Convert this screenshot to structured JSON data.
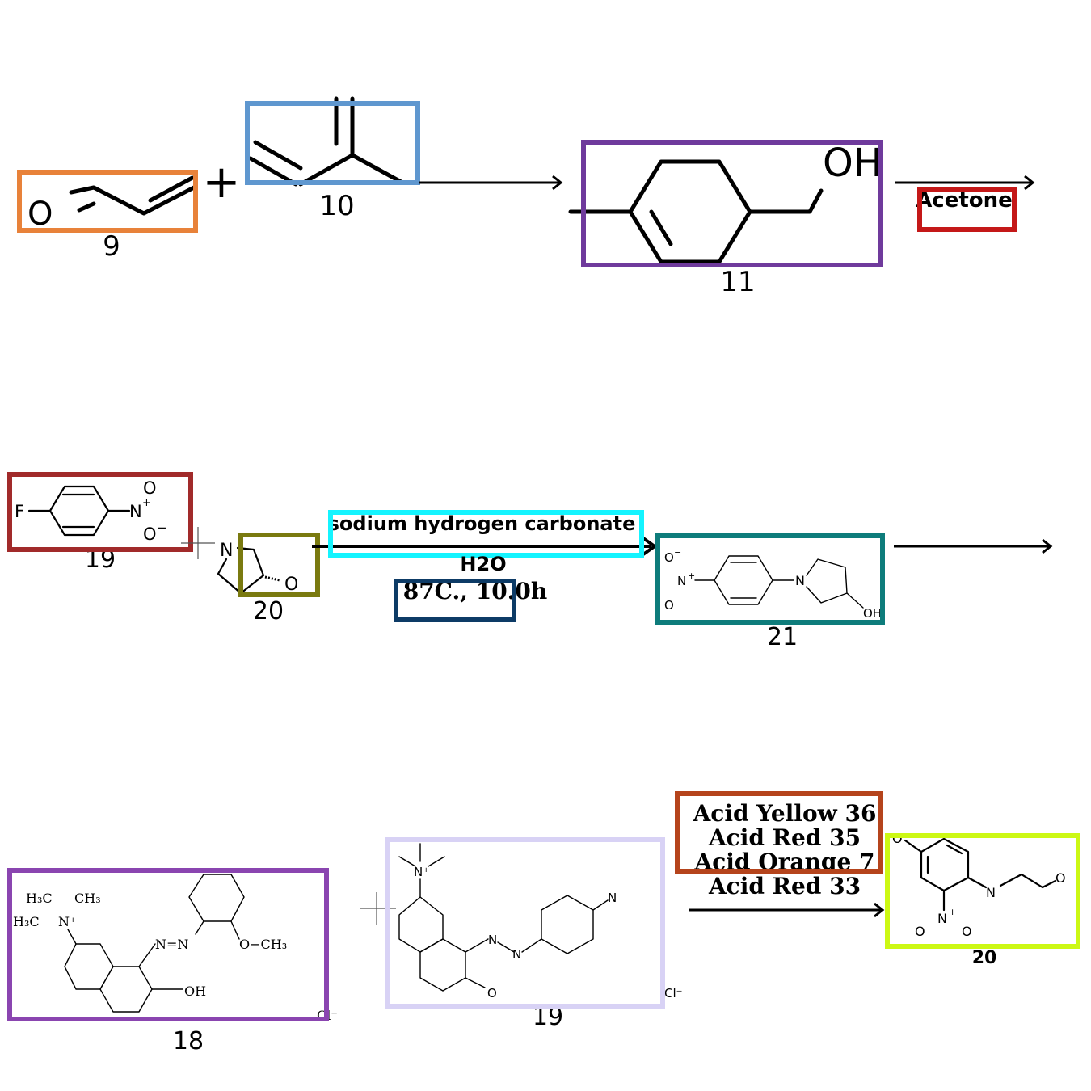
{
  "colors": {
    "box_9": "#e8823a",
    "box_10": "#5f97cf",
    "box_11": "#6f3a9c",
    "box_acetone": "#c41818",
    "box_19a": "#a12a2a",
    "box_20a": "#7a7a10",
    "box_sodium": "#14f4ff",
    "box_temp": "#0d3b66",
    "box_21": "#0e7c7b",
    "box_18": "#8a45b0",
    "box_19b": "#d8d2f5",
    "box_acids": "#b5441c",
    "box_20b": "#ccf814"
  },
  "reaction1": {
    "compound9": {
      "label": "9",
      "atom_o": "O"
    },
    "plus": "+",
    "compound10": {
      "label": "10"
    },
    "compound11": {
      "label": "11",
      "atom_oh": "OH"
    },
    "reagent": "Acetone"
  },
  "reaction2": {
    "compound19": {
      "label": "19",
      "atom_f": "F",
      "atom_n": "N",
      "charge_plus": "+",
      "atom_o1": "O",
      "atom_o2": "O",
      "charge_minus": "−"
    },
    "compound20": {
      "label": "20",
      "atom_n": "N",
      "atom_o": "O"
    },
    "reagent_line1": "sodium hydrogen carbonate",
    "reagent_line2": "H2O",
    "conditions": "87C., 10.0h",
    "compound21": {
      "label": "21",
      "atom_n": "N",
      "atom_o1": "O",
      "charge_minus": "−",
      "charge_plus": "+",
      "atom_o2": "O",
      "atom_oh": "OH"
    }
  },
  "reaction3": {
    "compound18": {
      "label": "18",
      "h3c_1": "H₃C",
      "ch3_1": "CH₃",
      "h3c_2": "H₃C",
      "n_plus": "N⁺",
      "azo": "N=N",
      "methoxy": "O−CH₃",
      "oh": "OH",
      "counterion": "Cl⁻"
    },
    "compound19": {
      "label": "19",
      "n_plus": "N⁺",
      "azo_n1": "N",
      "azo_n2": "N",
      "atom_n": "N",
      "atom_o": "O",
      "counterion": "Cl⁻"
    },
    "dyes": [
      "Acid Yellow 36",
      "Acid Red 35",
      "Acid Orange 7",
      "Acid Red 33"
    ],
    "compound20": {
      "label": "20",
      "atom_o_top": "O",
      "atom_n": "N",
      "atom_o_right": "O",
      "nitro_n": "N",
      "charge_plus": "+",
      "nitro_o1": "O",
      "nitro_o2": "O"
    }
  }
}
